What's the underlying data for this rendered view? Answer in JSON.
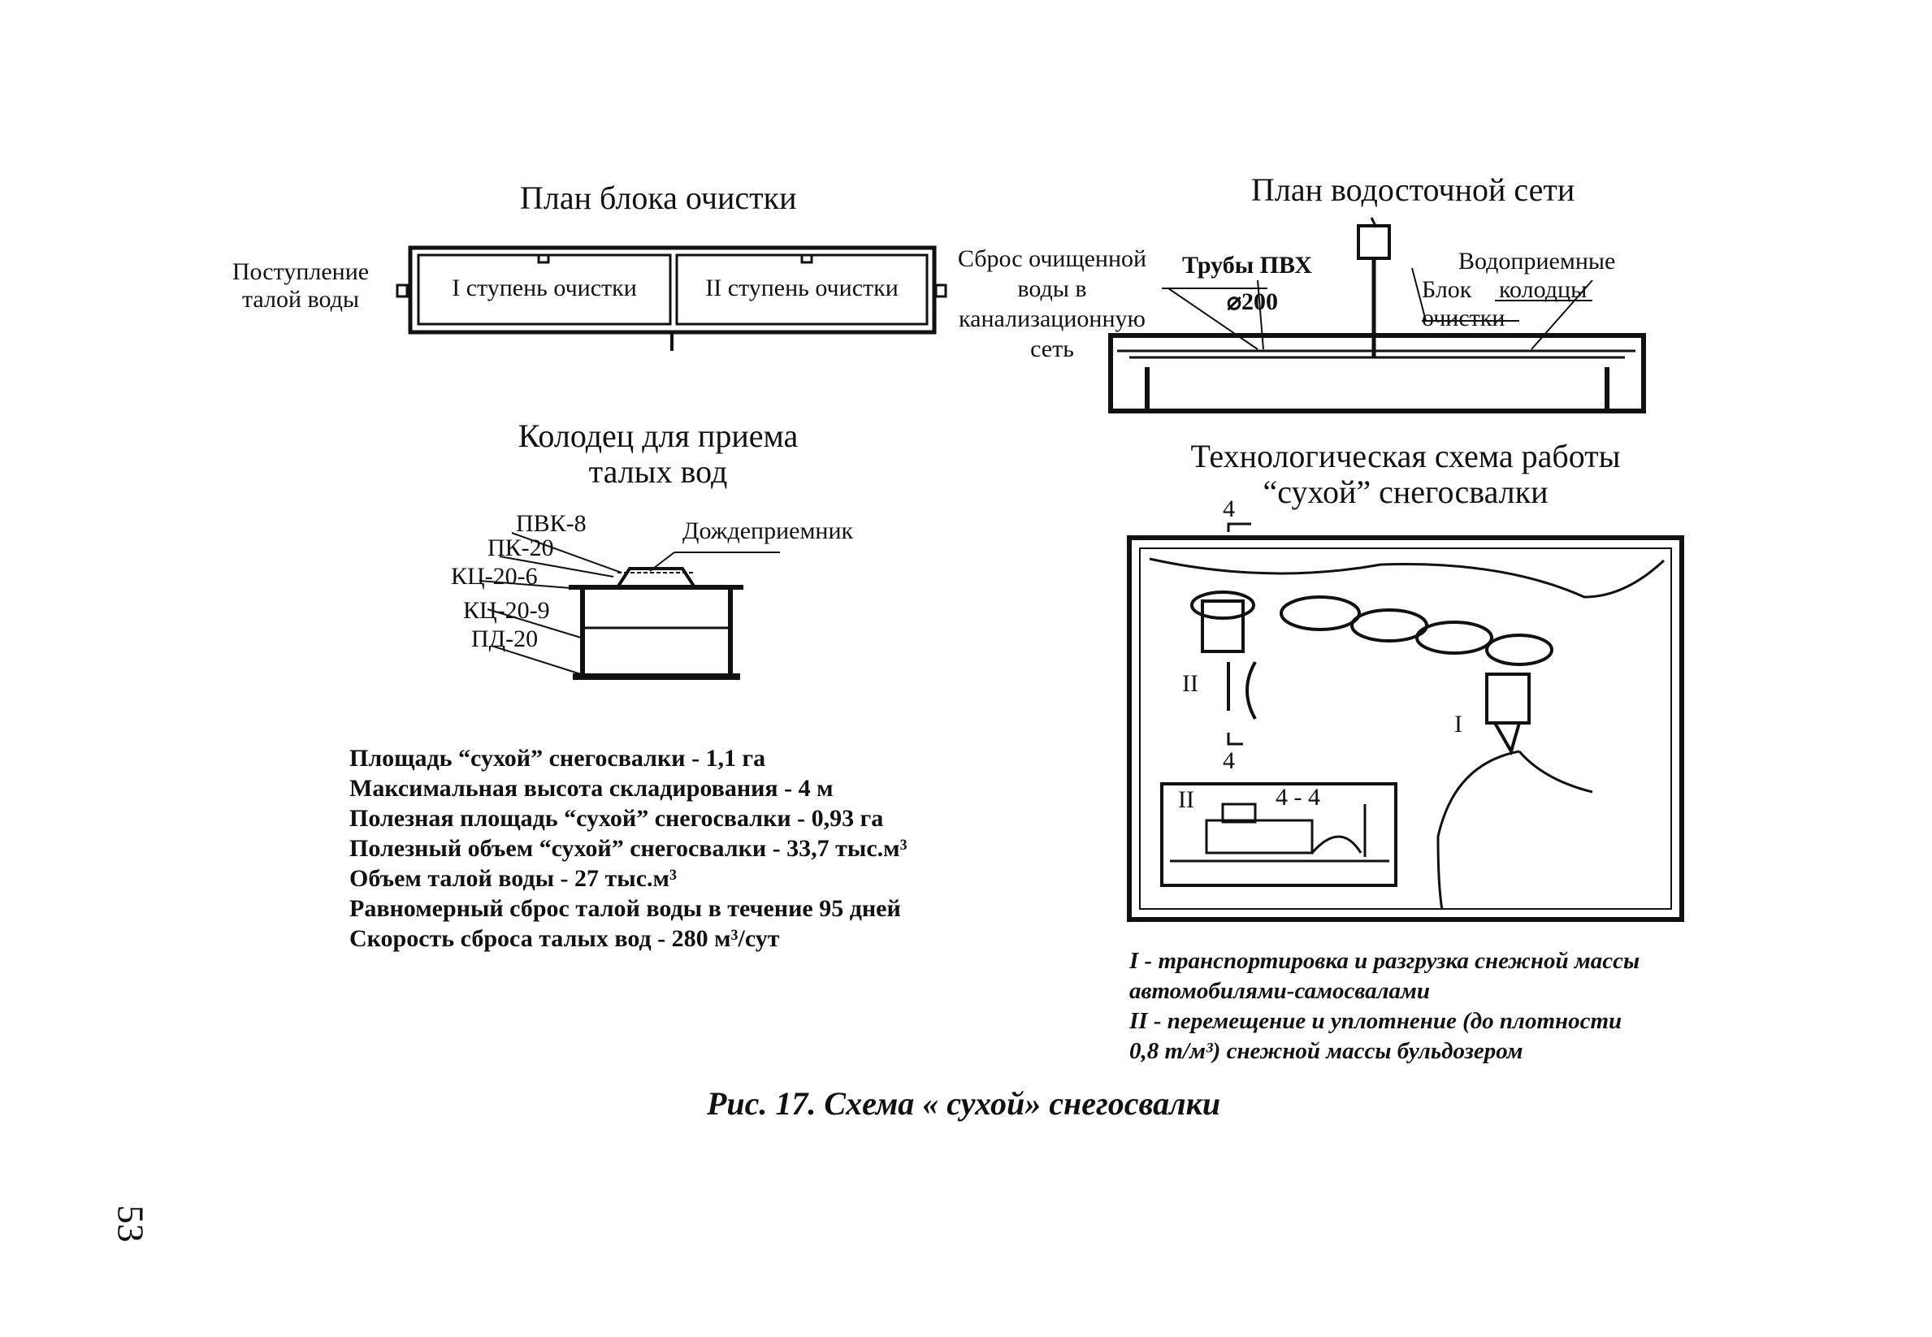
{
  "treatment_plan": {
    "title": "План блока очистки",
    "inflow_line1": "Поступление",
    "inflow_line2": "талой воды",
    "stage1": "I ступень очистки",
    "stage2": "II ступень очистки",
    "discharge": [
      "Сброс очищенной",
      "воды в",
      "канализационную",
      "сеть"
    ]
  },
  "drain_plan": {
    "title": "План водосточной сети",
    "pipes": "Трубы ПВХ",
    "diameter": "⌀200",
    "receivers": "Водоприемные",
    "wells": "колодцы",
    "block_line1": "Блок",
    "block_line2": "очистки"
  },
  "well": {
    "title_line1": "Колодец для приема",
    "title_line2": "талых вод",
    "parts": [
      "ПВК-8",
      "ПК-20",
      "КЦ-20-6",
      "КЦ-20-9",
      "ПД-20"
    ],
    "rain_inlet": "Дождеприемник"
  },
  "tech_scheme": {
    "title_line1": "Технологическая схема работы",
    "title_line2": "“сухой” снегосвалки",
    "section_mark": "4",
    "section_label": "4 - 4",
    "roman_1": "I",
    "roman_2": "II"
  },
  "specs": [
    "Площадь “сухой” снегосвалки - 1,1 га",
    "Максимальная высота складирования - 4 м",
    "Полезная площадь “сухой” снегосвалки - 0,93 га",
    "Полезный объем “сухой” снегосвалки - 33,7 тыс.м³",
    "Объем талой воды - 27 тыс.м³",
    "Равномерный сброс талой воды в течение 95 дней",
    "Скорость сброса талых вод - 280 м³/сут"
  ],
  "legend": [
    "I - транспортировка и разгрузка снежной массы",
    "автомобилями-самосвалами",
    "II - перемещение и уплотнение (до плотности",
    "0,8 т/м³) снежной массы бульдозером"
  ],
  "caption": "Рис. 17. Схема « сухой» снегосвалки",
  "page_number": "53"
}
